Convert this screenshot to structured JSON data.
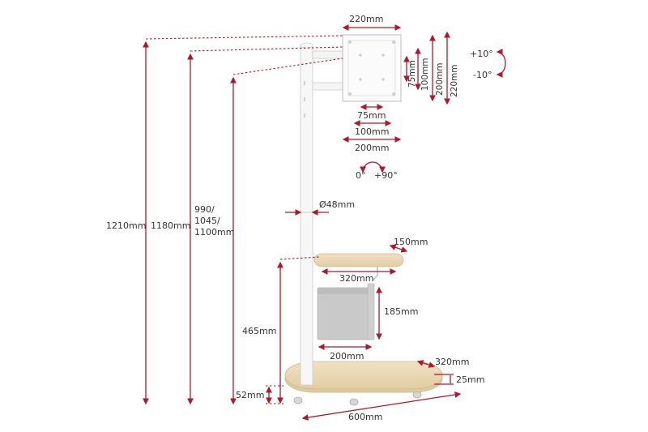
{
  "dimensions": {
    "heights": [
      "1210mm",
      "1180mm"
    ],
    "adjustable_height": [
      "990/",
      "1045/",
      "1100mm"
    ],
    "shelf_height": "465mm",
    "base_thickness": "52mm",
    "pole_diameter": "Ø48mm",
    "shelf_depth": "150mm",
    "shelf_width": "320mm",
    "bag_height": "185mm",
    "bag_width": "200mm",
    "base_depth": "320mm",
    "base_board": "25mm",
    "base_width": "600mm",
    "plate_width": "220mm",
    "vesa": [
      "75mm",
      "100mm",
      "200mm",
      "220mm"
    ],
    "vesa_h": [
      "75mm",
      "100mm",
      "200mm"
    ],
    "tilt": [
      "+10°",
      "-10°"
    ],
    "rotation": [
      "0°",
      "+90°"
    ]
  },
  "colors": {
    "accent": "#b0172e",
    "wood": "#ead9b8",
    "felt": "#c8c8c8",
    "frame": "#f4f4f4"
  }
}
